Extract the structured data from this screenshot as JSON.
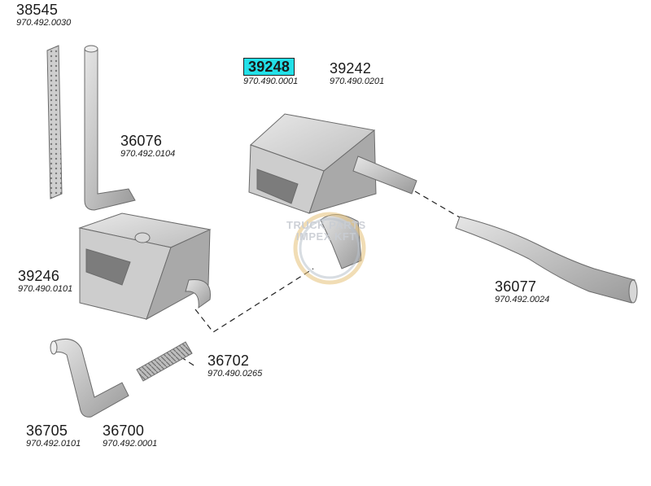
{
  "parts": [
    {
      "id": "38545",
      "number": "38545",
      "ref": "970.492.0030",
      "highlighted": false
    },
    {
      "id": "36076",
      "number": "36076",
      "ref": "970.492.0104",
      "highlighted": false
    },
    {
      "id": "39248",
      "number": "39248",
      "ref": "970.490.0001",
      "highlighted": true
    },
    {
      "id": "39242",
      "number": "39242",
      "ref": "970.490.0201",
      "highlighted": false
    },
    {
      "id": "39246",
      "number": "39246",
      "ref": "970.490.0101",
      "highlighted": false
    },
    {
      "id": "36077",
      "number": "36077",
      "ref": "970.492.0024",
      "highlighted": false
    },
    {
      "id": "36702",
      "number": "36702",
      "ref": "970.490.0265",
      "highlighted": false
    },
    {
      "id": "36705",
      "number": "36705",
      "ref": "970.492.0101",
      "highlighted": false
    },
    {
      "id": "36700",
      "number": "36700",
      "ref": "970.492.0001",
      "highlighted": false
    }
  ],
  "watermark": {
    "line1": "TRUCK PARTS",
    "line2": "IMPEX KFT"
  },
  "colors": {
    "highlight": "#22e0e8",
    "part_fill": "#c8c8c8",
    "part_stroke": "#6b6b6b"
  }
}
